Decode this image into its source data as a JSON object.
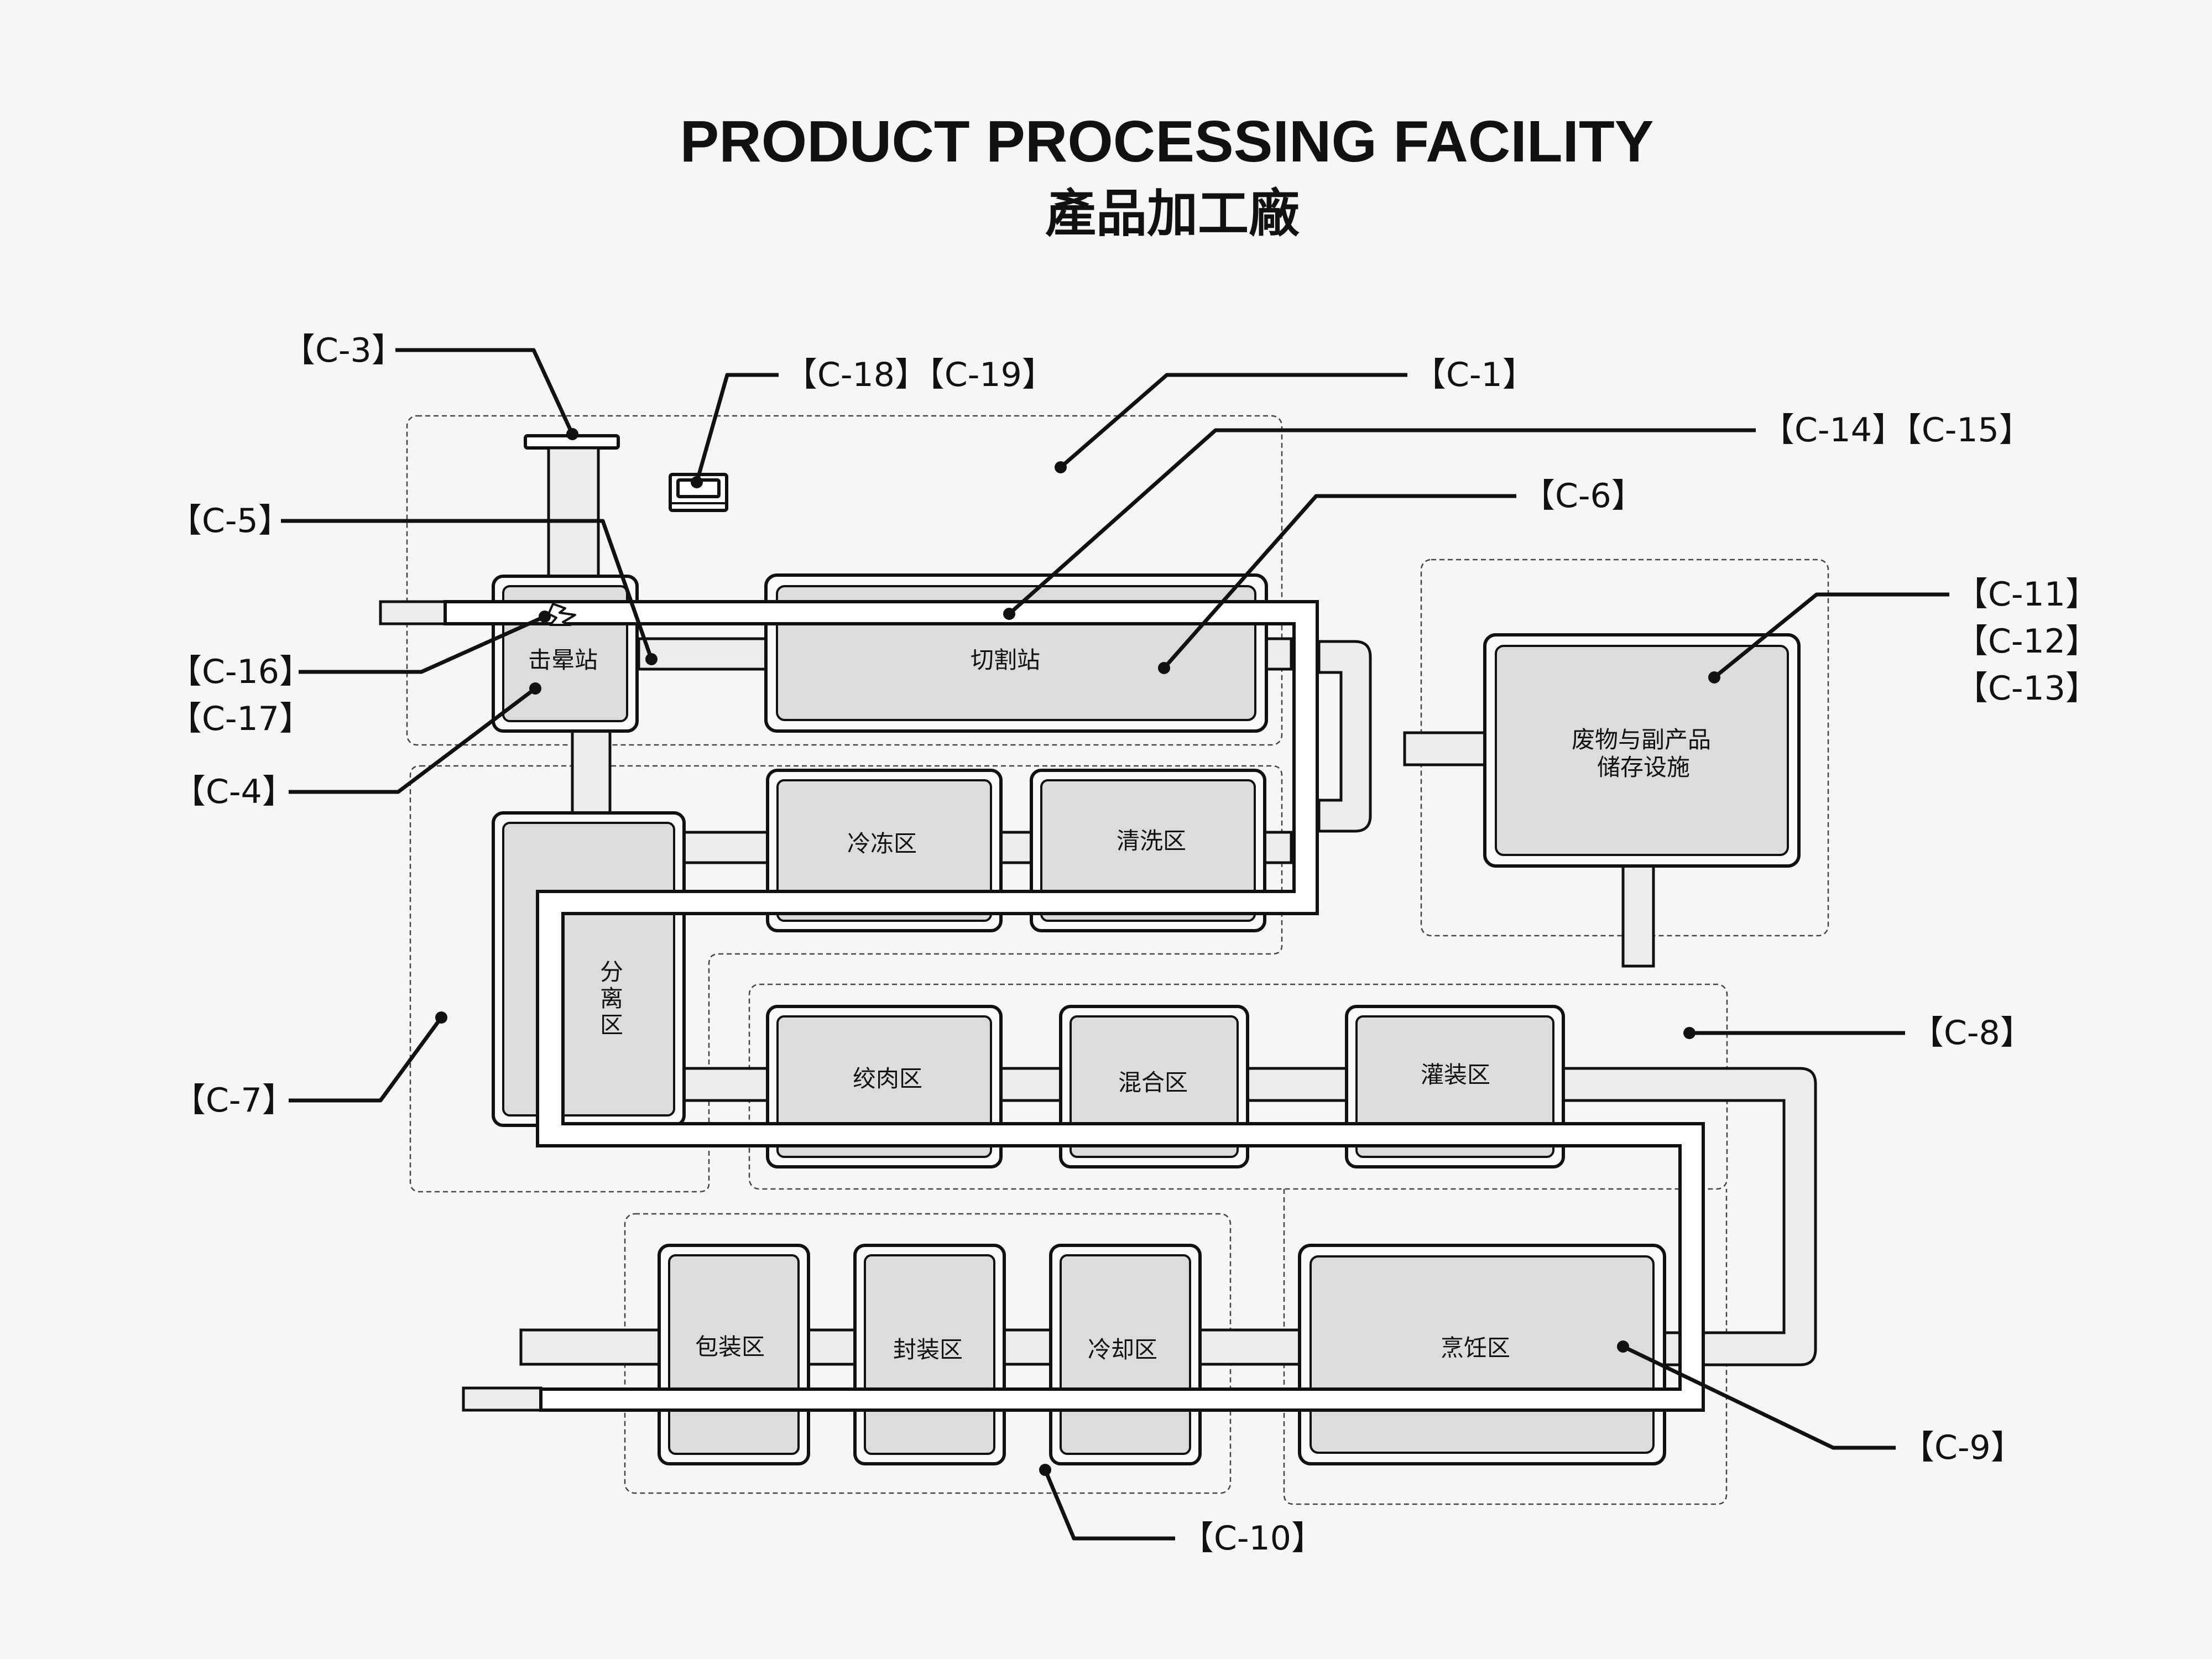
{
  "title": {
    "en": "PRODUCT PROCESSING FACILITY",
    "zh": "產品加工廠"
  },
  "rooms": {
    "stun": "击晕站",
    "cutting": "切割站",
    "freezing": "冷冻区",
    "washing": "清洗区",
    "separation": [
      "分",
      "离",
      "区"
    ],
    "grinding": "绞肉区",
    "mixing": "混合区",
    "filling": "灌装区",
    "cooking": "烹饪区",
    "packaging": "包装区",
    "sealing": "封装区",
    "cooling": "冷却区",
    "waste_line1": "废物与副产品",
    "waste_line2": "储存设施"
  },
  "callouts": {
    "c1": "【C-1】",
    "c3": "【C-3】",
    "c4": "【C-4】",
    "c5": "【C-5】",
    "c6": "【C-6】",
    "c7": "【C-7】",
    "c8": "【C-8】",
    "c9": "【C-9】",
    "c10": "【C-10】",
    "c11": "【C-11】",
    "c12": "【C-12】",
    "c13": "【C-13】",
    "c14_15": "【C-14】【C-15】",
    "c16": "【C-16】",
    "c17": "【C-17】",
    "c18_19": "【C-18】【C-19】"
  }
}
